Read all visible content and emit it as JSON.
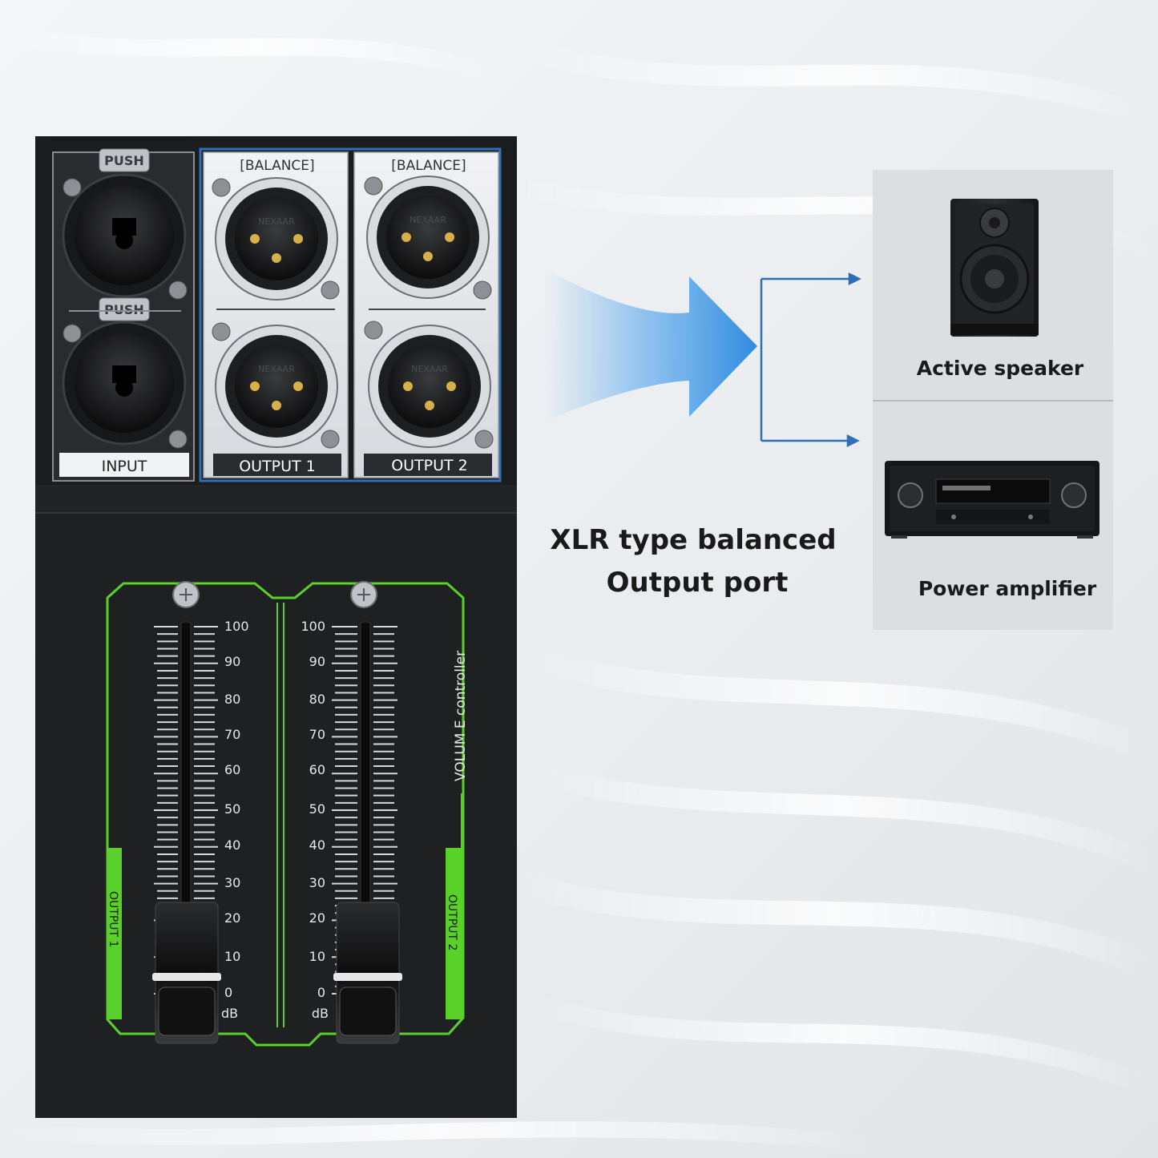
{
  "device": {
    "input_panel": {
      "push_label_1": "PUSH",
      "push_label_2": "PUSH",
      "plate_label": "INPUT"
    },
    "output_panels": [
      {
        "header": "[BALANCE]",
        "plate_label": "OUTPUT 1",
        "connector_brand": "NEXAAR"
      },
      {
        "header": "[BALANCE]",
        "plate_label": "OUTPUT 2",
        "connector_brand": "NEXAAR"
      }
    ],
    "fader_section": {
      "side_label": "VOLUM E controller",
      "left_channel_label": "OUTPUT 1",
      "right_channel_label": "OUTPUT 2",
      "scale_ticks": [
        "100",
        "90",
        "80",
        "70",
        "60",
        "50",
        "40",
        "30",
        "20",
        "10",
        "0"
      ],
      "unit": "dB"
    }
  },
  "caption": {
    "line1": "XLR type balanced",
    "line2": "Output port"
  },
  "destinations": [
    {
      "label": "Active speaker",
      "icon": "speaker-icon"
    },
    {
      "label": "Power amplifier",
      "icon": "amplifier-icon"
    }
  ],
  "colors": {
    "device_body": "#1b1c1e",
    "accent_green": "#5ad12b",
    "accent_blue": "#2f8be0",
    "panel_silver": "#e3e6e9"
  }
}
